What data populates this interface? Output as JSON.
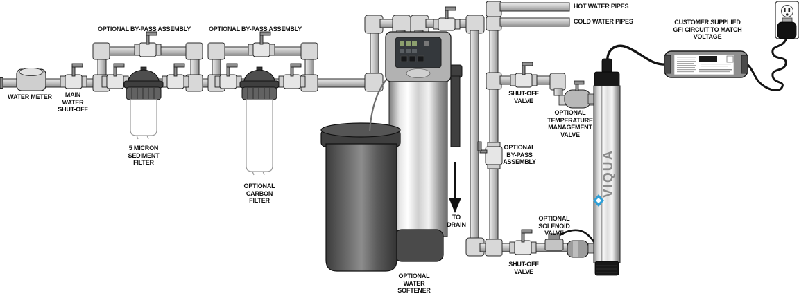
{
  "diagram": {
    "type": "water-treatment-installation-diagram",
    "labels": {
      "water_meter": "WATER METER",
      "main_shutoff": "MAIN\nWATER\nSHUT-OFF",
      "bypass_assembly_1": "OPTIONAL BY-PASS ASSEMBLY",
      "bypass_assembly_2": "OPTIONAL BY-PASS ASSEMBLY",
      "sediment_filter": "5 MICRON\nSEDIMENT\nFILTER",
      "carbon_filter": "OPTIONAL\nCARBON\nFILTER",
      "hot_water_pipes": "HOT WATER PIPES",
      "cold_water_pipes": "COLD WATER PIPES",
      "shutoff_valve_top": "SHUT-OFF\nVALVE",
      "temp_valve": "OPTIONAL\nTEMPERATURE\nMANAGEMENT\nVALVE",
      "bypass_assembly_right": "OPTIONAL\nBY-PASS\nASSEMBLY",
      "solenoid_valve": "OPTIONAL\nSOLENOID\nVALVE",
      "shutoff_valve_bottom": "SHUT-OFF\nVALVE",
      "to_drain": "TO\nDRAIN",
      "water_softener": "OPTIONAL\nWATER\nSOFTENER",
      "gfi_circuit": "CUSTOMER SUPPLIED\nGFI CIRCUIT TO MATCH\nVOLTAGE",
      "uv_brand": "VIQUA"
    },
    "colors": {
      "viqua_blue": "#2f9fd6",
      "pipe_gray": "#c9c9c9",
      "label_text": "#111111"
    }
  }
}
